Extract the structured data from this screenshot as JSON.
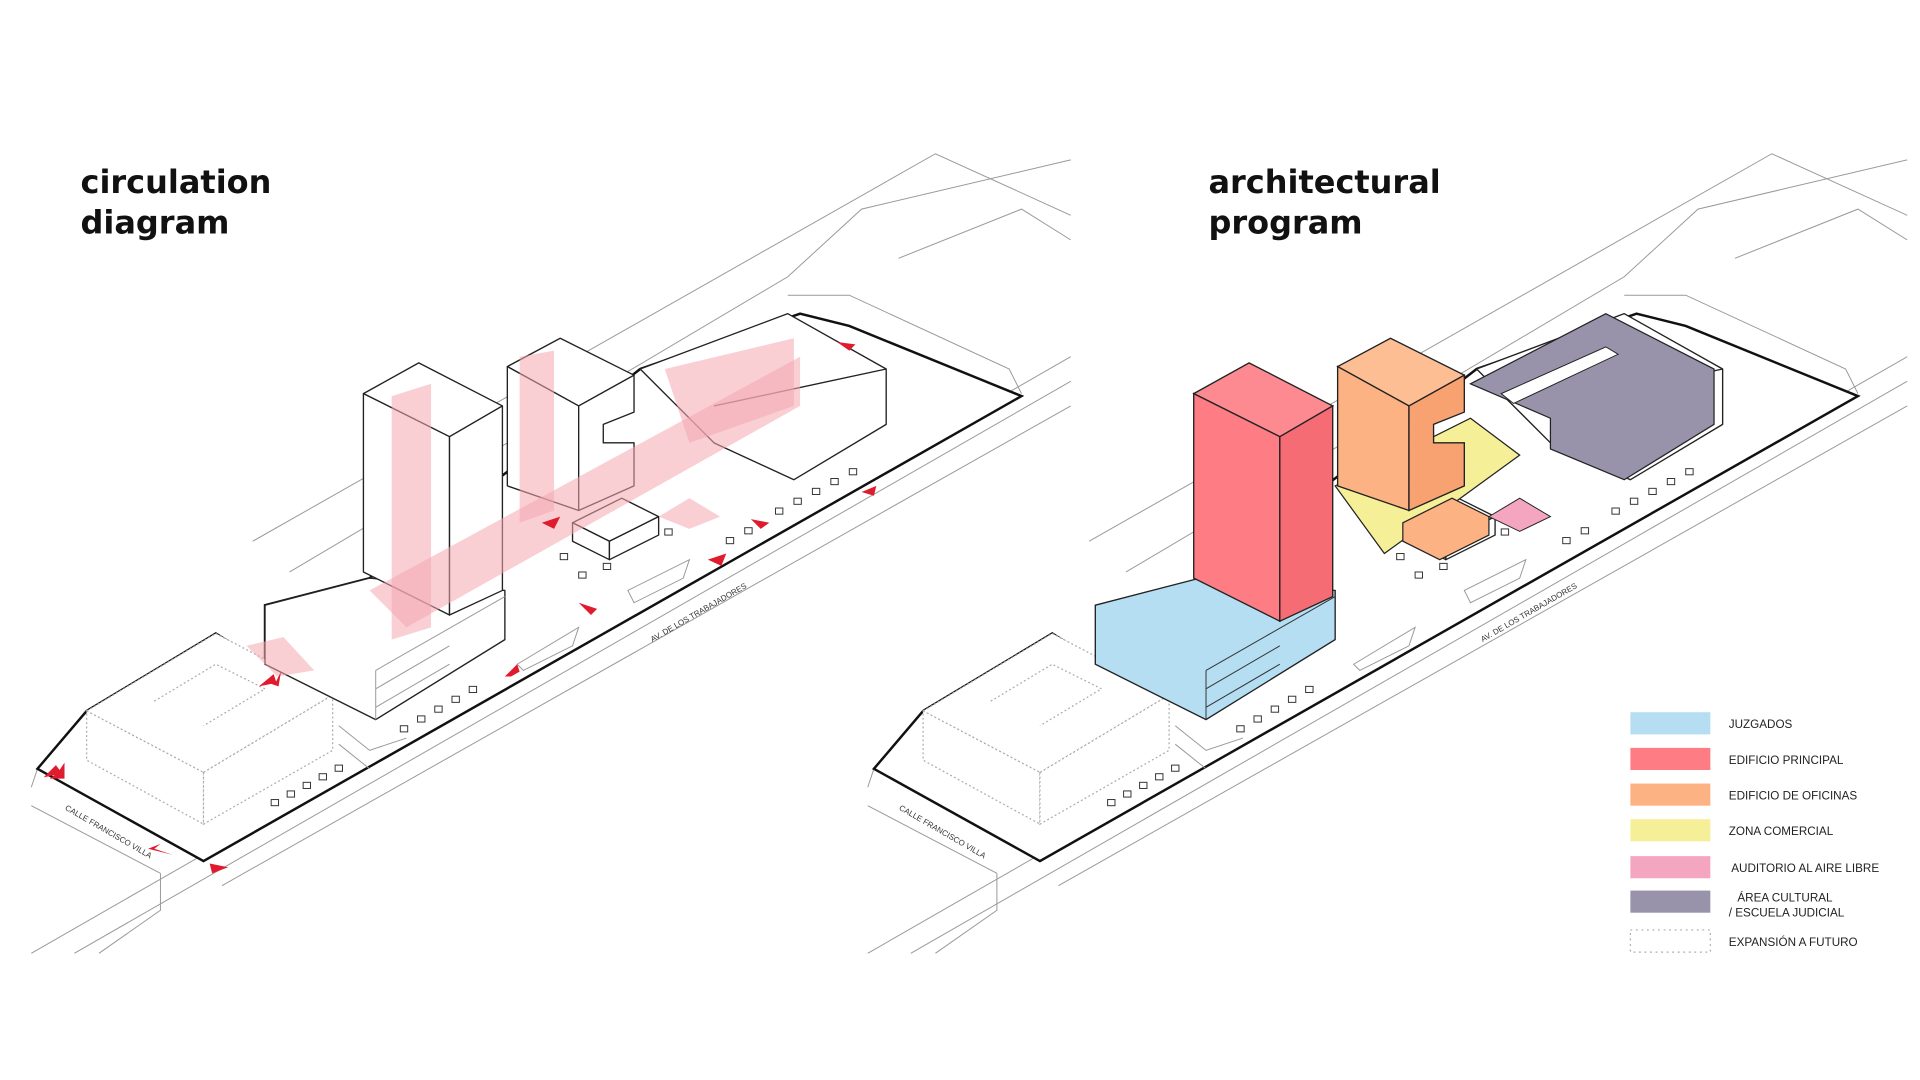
{
  "panels": [
    {
      "title_line1": "circulation",
      "title_line2": "diagram",
      "street_av": "AV. DE LOS TRABAJADORES",
      "street_calle": "CALLE FRANCISCO VILLA"
    },
    {
      "title_line1": "architectural",
      "title_line2": "program",
      "street_av": "AV. DE LOS TRABAJADORES",
      "street_calle": "CALLE FRANCISCO VILLA"
    }
  ],
  "colors": {
    "circulation": "#f4a7b0",
    "arrow": "#e01b2e",
    "juzgados": "#b5def3",
    "edificio_principal": "#fe7d85",
    "edificio_oficinas": "#fdb283",
    "zona_comercial": "#f5ef98",
    "auditorio": "#f4a6c0",
    "area_cultural": "#9992ab"
  },
  "legend": [
    {
      "label": "JUZGADOS",
      "color": "#b5def3"
    },
    {
      "label": "EDIFICIO PRINCIPAL",
      "color": "#fe7d85"
    },
    {
      "label": "EDIFICIO DE OFICINAS",
      "color": "#fdb283"
    },
    {
      "label": "ZONA COMERCIAL",
      "color": "#f5ef98"
    },
    {
      "label": "AUDITORIO AL AIRE LIBRE",
      "color": "#f4a6c0"
    },
    {
      "label": "ÁREA CULTURAL",
      "label2": "/ ESCUELA JUDICIAL",
      "color": "#9992ab"
    },
    {
      "label": "EXPANSIÓN A FUTURO",
      "color": "none"
    }
  ]
}
